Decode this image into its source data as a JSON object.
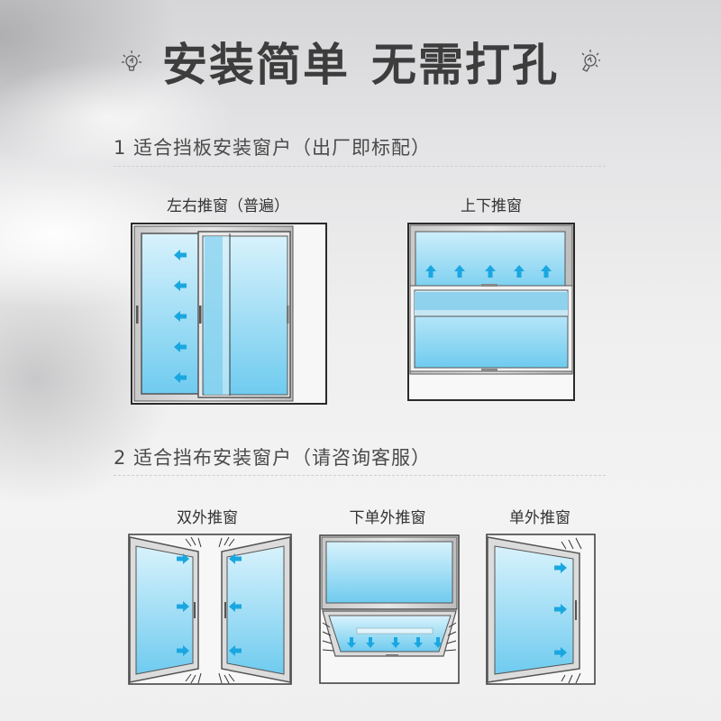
{
  "header": {
    "title_part1": "安装简单",
    "title_part2": "无需打孔",
    "left_icon": "lightbulb-icon",
    "right_icon": "lightbulb-icon"
  },
  "section1": {
    "heading": "1 适合挡板安装窗户（出厂即标配）",
    "windows": [
      {
        "caption": "左右推窗（普遍）",
        "type": "horizontal-sliding-window",
        "arrow_direction": "left",
        "arrow_count": 5
      },
      {
        "caption": "上下推窗",
        "type": "vertical-sliding-window",
        "arrow_direction": "up",
        "arrow_count": 5
      }
    ]
  },
  "section2": {
    "heading": "2 适合挡布安装窗户（请咨询客服）",
    "windows": [
      {
        "caption": "双外推窗",
        "type": "double-casement-window",
        "arrow_direction": "inward",
        "arrow_count": 6
      },
      {
        "caption": "下单外推窗",
        "type": "awning-window",
        "arrow_direction": "down",
        "arrow_count": 5
      },
      {
        "caption": "单外推窗",
        "type": "single-casement-window",
        "arrow_direction": "right",
        "arrow_count": 3
      }
    ]
  },
  "colors": {
    "title": "#3d3d3d",
    "text": "#4a4a4a",
    "glass_light": "#d6f1fb",
    "glass_dark": "#6fcbef",
    "arrow": "#1aa7e0",
    "frame": "#9a9a9a"
  }
}
